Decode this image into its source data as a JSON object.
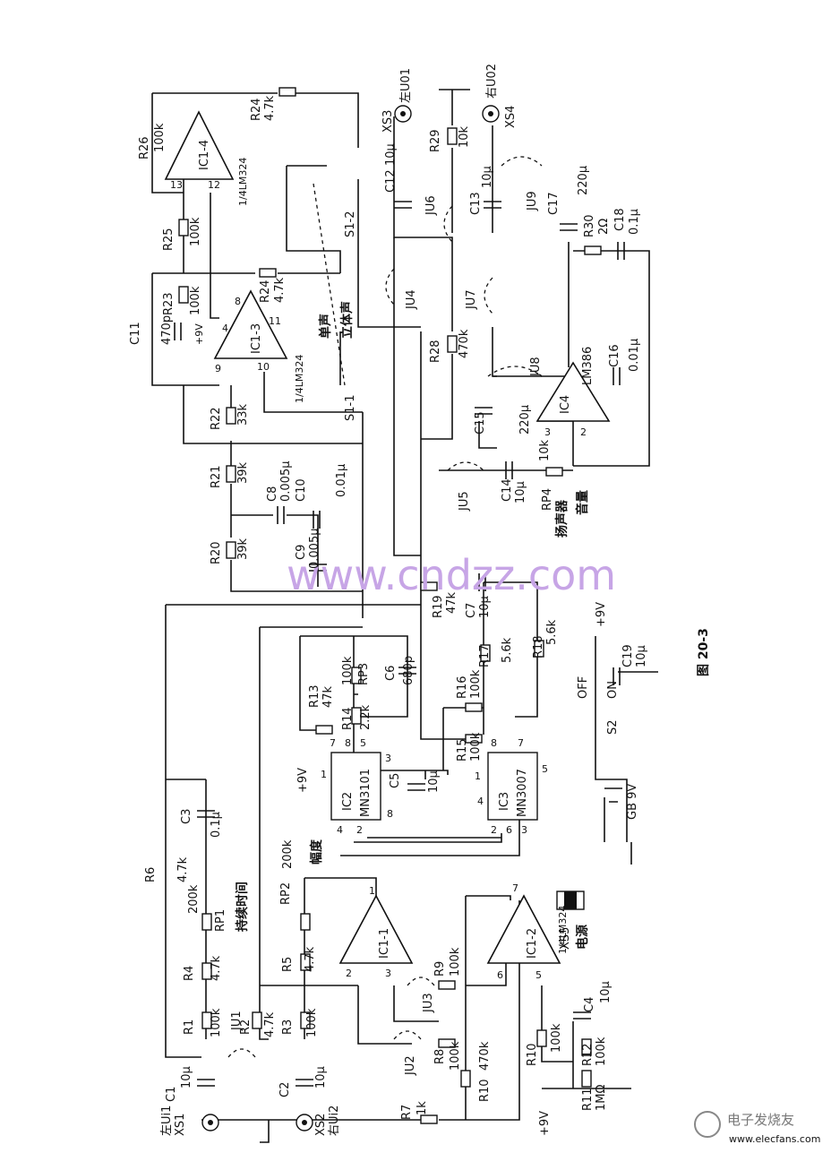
{
  "figure_caption": "图 20-3",
  "watermark": "www.cndzz.com",
  "footer_logo_text": "电子发烧友",
  "footer_url": "www.elecfans.com",
  "ic1_4": {
    "name": "IC1-4",
    "part": "1/4LM324",
    "pins": [
      "13",
      "12"
    ]
  },
  "ic1_3": {
    "name": "IC1-3",
    "part": "1/4LM324",
    "pins": [
      "4",
      "8",
      "9",
      "10",
      "11"
    ],
    "supply": "+9V"
  },
  "ic1_1": {
    "name": "IC1-1",
    "pins": [
      "1",
      "2",
      "3"
    ]
  },
  "ic1_2": {
    "name": "IC1-2",
    "part": "1/4LM324",
    "pins": [
      "7",
      "6",
      "5"
    ]
  },
  "ic2": {
    "name": "IC2",
    "part": "MN3101",
    "supply": "+9V",
    "pins": [
      "1",
      "4",
      "2",
      "7",
      "8",
      "5",
      "3",
      "8"
    ]
  },
  "ic3": {
    "name": "IC3",
    "part": "MN3007",
    "pins": [
      "8",
      "7",
      "1",
      "4",
      "2",
      "6",
      "3",
      "5"
    ]
  },
  "ic4": {
    "name": "IC4",
    "part": "LM386",
    "pins": [
      "3",
      "2"
    ]
  },
  "connectors": {
    "xs1": "XS1",
    "xs1_label": "左Ui1",
    "xs2": "XS2",
    "xs2_label": "右Ui2",
    "xs3": "XS3",
    "xs3_label": "左U01",
    "xs4": "XS4",
    "xs4_label": "右U02",
    "xs5": "XS5",
    "xs5_label": "电源"
  },
  "switches": {
    "s1_1": "S1-1",
    "s1_2": "S1-2",
    "mono": "单声",
    "stereo": "立体声",
    "s2": "S2",
    "off": "OFF",
    "on": "ON"
  },
  "battery": "GB 9V",
  "supply_label": "+9V",
  "captions": {
    "hold_time": "持续时间",
    "depth": "幅度",
    "speaker_volume_1": "扬声器",
    "speaker_volume_2": "音量"
  },
  "jumpers": [
    "JU1",
    "JU2",
    "JU3",
    "JU4",
    "JU5",
    "JU6",
    "JU7",
    "JU8",
    "JU9"
  ],
  "resistors": {
    "r1": "R1",
    "r1_v": "100k",
    "r2": "R2",
    "r2_v": "4.7k",
    "r3": "R3",
    "r3_v": "100k",
    "r4": "R4",
    "r4_v": "4.7k",
    "r5": "R5",
    "r5_v": "4.7k",
    "r6": "R6",
    "r6_v": "4.7k",
    "r7": "R7",
    "r7_v": "1k",
    "r8": "R8",
    "r8_v": "100k",
    "r9": "R9",
    "r9_v": "100k",
    "r10a": "R10",
    "r10a_v": "470k",
    "r10b": "R10",
    "r10b_v": "100k",
    "r11": "R11",
    "r11_v": "1MΩ",
    "r12": "R12",
    "r12_v": "100k",
    "r13": "R13",
    "r13_v": "47k",
    "r14": "R14",
    "r14_v": "2.2k",
    "r15": "R15",
    "r15_v": "100k",
    "r16": "R16",
    "r16_v": "100k",
    "r17": "R17",
    "r17_v": "5.6k",
    "r18": "R18",
    "r18_v": "5.6k",
    "r19": "R19",
    "r19_v": "47k",
    "r20": "R20",
    "r20_v": "39k",
    "r21": "R21",
    "r21_v": "39k",
    "r22": "R22",
    "r22_v": "33k",
    "r23": "R23",
    "r23_v": "100k",
    "r24a": "R24",
    "r24a_v": "4.7k",
    "r24b": "R24",
    "r24b_v": "4.7k",
    "r25": "R25",
    "r25_v": "100k",
    "r26": "R26",
    "r26_v": "100k",
    "r28": "R28",
    "r28_v": "470k",
    "r29": "R29",
    "r29_v": "10k",
    "r30": "R30",
    "r30_v": "2Ω",
    "rp1": "RP1",
    "rp1_v": "200k",
    "rp2": "RP2",
    "rp2_v": "200k",
    "rp3": "RP3",
    "rp3_v": "100k",
    "rp4": "RP4",
    "rp4_v": "10k"
  },
  "capacitors": {
    "c1": "C1",
    "c1_v": "10μ",
    "c2": "C2",
    "c2_v": "10μ",
    "c3": "C3",
    "c3_v": "0.1μ",
    "c4": "C4",
    "c4_v": "10μ",
    "c5": "C5",
    "c5_v": "10μ",
    "c6": "C6",
    "c6_v": "680p",
    "c7": "C7",
    "c7_v": "10μ",
    "c8": "C8",
    "c8_v": "0.005μ",
    "c9": "C9",
    "c9_v": "0.005μ",
    "c10": "C10",
    "c10_v": "0.01μ",
    "c11": "C11",
    "c11_v": "470p",
    "c12": "C12",
    "c12_v": "10μ",
    "c13": "C13",
    "c13_v": "10μ",
    "c14": "C14",
    "c14_v": "10μ",
    "c15": "C15",
    "c15_v": "220μ",
    "c16": "C16",
    "c16_v": "0.01μ",
    "c17": "C17",
    "c17_v": "220μ",
    "c18": "C18",
    "c18_v": "0.1μ",
    "c19": "C19",
    "c19_v": "10μ"
  }
}
